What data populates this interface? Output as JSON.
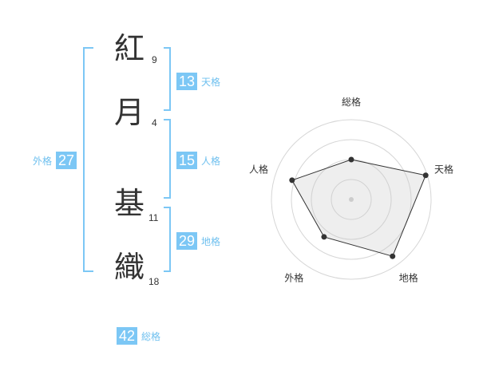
{
  "name": {
    "chars": [
      {
        "char": "紅",
        "strokes": "9"
      },
      {
        "char": "月",
        "strokes": "4"
      },
      {
        "char": "基",
        "strokes": "11"
      },
      {
        "char": "織",
        "strokes": "18"
      }
    ]
  },
  "fortune": {
    "tenkaku": {
      "value": "13",
      "label": "天格"
    },
    "jinkaku": {
      "value": "15",
      "label": "人格"
    },
    "chikaku": {
      "value": "29",
      "label": "地格"
    },
    "gaikaku": {
      "value": "27",
      "label": "外格"
    },
    "soukaku": {
      "value": "42",
      "label": "総格"
    }
  },
  "colors": {
    "accent": "#7cc7f5",
    "accent_text": "#6fc0ef",
    "text": "#333333"
  },
  "chart_data": {
    "type": "radar",
    "axes": [
      "総格",
      "天格",
      "地格",
      "外格",
      "人格"
    ],
    "values": [
      0.5,
      0.98,
      0.88,
      0.58,
      0.78
    ],
    "rings": 4,
    "grid": true
  }
}
